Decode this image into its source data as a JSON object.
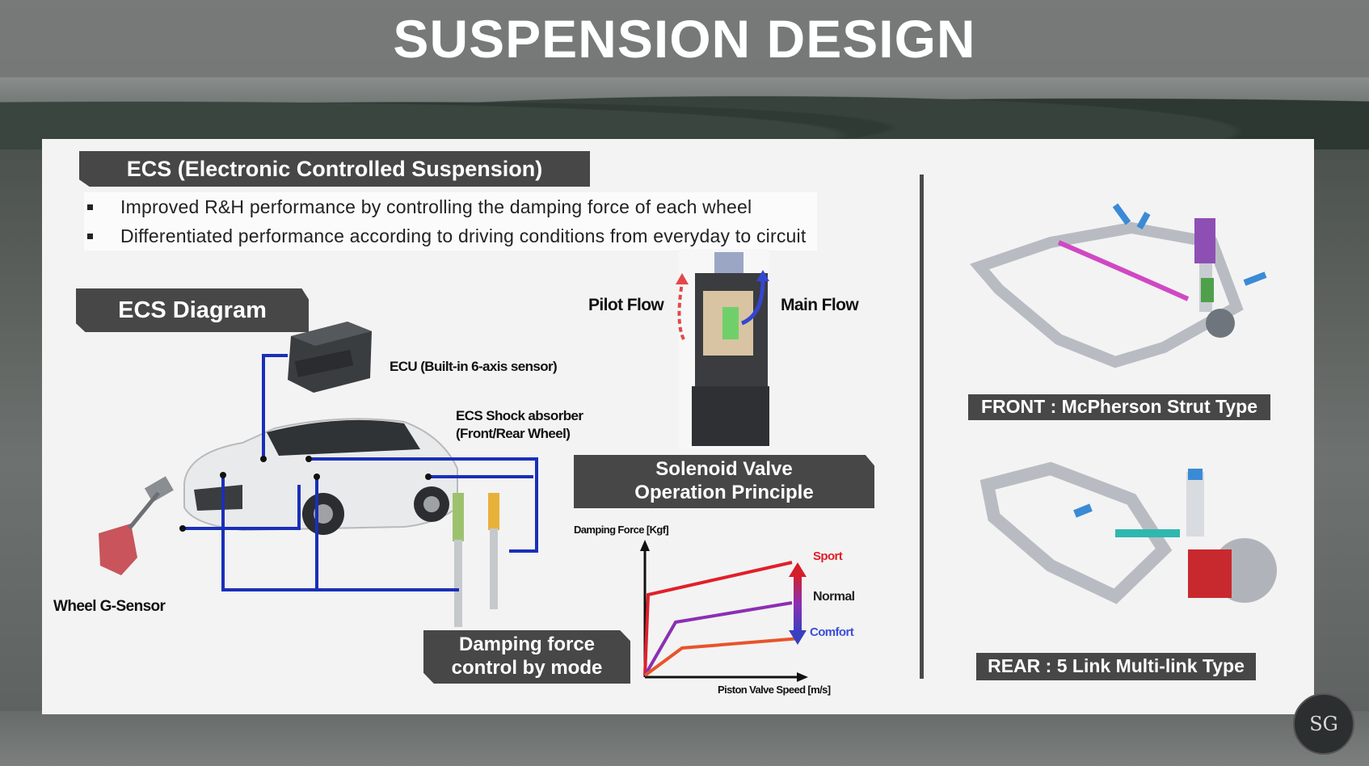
{
  "title": "SUSPENSION DESIGN",
  "ecs_heading": "ECS (Electronic Controlled Suspension)",
  "bullets": [
    "Improved R&H performance by controlling the damping force of each wheel",
    "Differentiated performance according to driving conditions from everyday to circuit"
  ],
  "diagram_heading": "ECS Diagram",
  "labels": {
    "ecu": "ECU (Built-in 6-axis sensor)",
    "shock_line1": "ECS Shock absorber",
    "shock_line2": "(Front/Rear Wheel)",
    "wheel_sensor": "Wheel G-Sensor",
    "pilot_flow": "Pilot Flow",
    "main_flow": "Main Flow"
  },
  "solenoid_heading_line1": "Solenoid Valve",
  "solenoid_heading_line2": "Operation Principle",
  "damping_heading_line1": "Damping force",
  "damping_heading_line2": "control by mode",
  "graph": {
    "y_axis_label": "Damping Force [Kgf]",
    "x_axis_label": "Piston Valve Speed [m/s]",
    "modes": [
      {
        "name": "Sport",
        "color": "#e0202a"
      },
      {
        "name": "Normal",
        "color": "#8b2fb3"
      },
      {
        "name": "Comfort",
        "color": "#e8542a"
      }
    ],
    "comfort_label_color": "#3a4fd8"
  },
  "front_caption": "FRONT : McPherson Strut Type",
  "rear_caption": "REAR : 5 Link Multi-link Type",
  "logo_text": "SG",
  "colors": {
    "tag_bg": "#474747",
    "wire_blue": "#1a2fb8",
    "panel_bg": "#f3f3f3"
  }
}
